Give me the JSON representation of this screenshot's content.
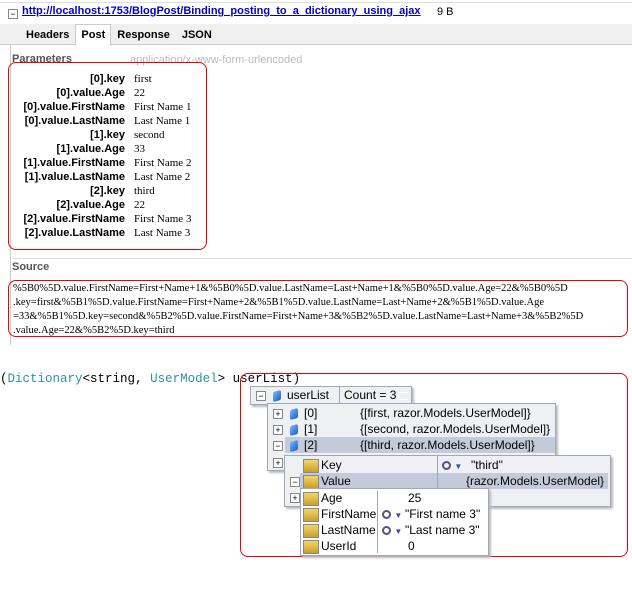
{
  "request": {
    "url": "http://localhost:1753/BlogPost/Binding_posting_to_a_dictionary_using_ajax",
    "size": "9 B"
  },
  "tabs": [
    {
      "label": "Headers"
    },
    {
      "label": "Post"
    },
    {
      "label": "Response"
    },
    {
      "label": "JSON"
    }
  ],
  "parameters": {
    "label": "Parameters",
    "content_type": "application/x-www-form-urlencoded",
    "rows": [
      {
        "key": "[0].key",
        "value": "first"
      },
      {
        "key": "[0].value.Age",
        "value": "22"
      },
      {
        "key": "[0].value.FirstName",
        "value": "First Name 1"
      },
      {
        "key": "[0].value.LastName",
        "value": "Last Name 1"
      },
      {
        "key": "[1].key",
        "value": "second"
      },
      {
        "key": "[1].value.Age",
        "value": "33"
      },
      {
        "key": "[1].value.FirstName",
        "value": "First Name 2"
      },
      {
        "key": "[1].value.LastName",
        "value": "Last Name 2"
      },
      {
        "key": "[2].key",
        "value": "third"
      },
      {
        "key": "[2].value.Age",
        "value": "22"
      },
      {
        "key": "[2].value.FirstName",
        "value": "First Name 3"
      },
      {
        "key": "[2].value.LastName",
        "value": "Last Name 3"
      }
    ]
  },
  "source": {
    "label": "Source",
    "lines": [
      "%5B0%5D.value.FirstName=First+Name+1&%5B0%5D.value.LastName=Last+Name+1&%5B0%5D.value.Age=22&%5B0%5D",
      ".key=first&%5B1%5D.value.FirstName=First+Name+2&%5B1%5D.value.LastName=Last+Name+2&%5B1%5D.value.Age",
      "=33&%5B1%5D.key=second&%5B2%5D.value.FirstName=First+Name+3&%5B2%5D.value.LastName=Last+Name+3&%5B2%5D",
      ".value.Age=22&%5B2%5D.key=third"
    ]
  },
  "code": {
    "open": "(",
    "type": "Dictionary",
    "lt": "<",
    "t1": "string",
    "sep": ", ",
    "t2": "UserModel",
    "gt": ">",
    "rest": " userList)"
  },
  "debugger": {
    "root": {
      "name": "userList",
      "value": "Count = 3"
    },
    "items": [
      {
        "name": "[0]",
        "value": "{[first, razor.Models.UserModel]}"
      },
      {
        "name": "[1]",
        "value": "{[second, razor.Models.UserModel]}"
      },
      {
        "name": "[2]",
        "value": "{[third, razor.Models.UserModel]}"
      }
    ],
    "kv": [
      {
        "name": "Key",
        "value": "\"third\""
      },
      {
        "name": "Value",
        "value": "{razor.Models.UserModel}"
      }
    ],
    "props": [
      {
        "name": "Age",
        "value": "25"
      },
      {
        "name": "FirstName",
        "value": "\"First name 3\""
      },
      {
        "name": "LastName",
        "value": "\"Last name 3\""
      },
      {
        "name": "UserId",
        "value": "0"
      }
    ]
  }
}
